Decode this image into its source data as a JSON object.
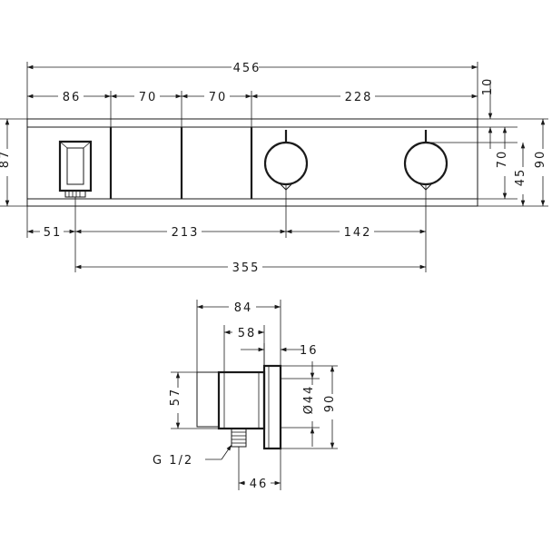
{
  "front_view": {
    "overall_width": "456",
    "seg_1": "86",
    "seg_2": "70",
    "seg_3": "70",
    "seg_4": "228",
    "height_total": "87",
    "top_offset": "10",
    "panel_height": "70",
    "knob_height": "45",
    "overall_height": "90",
    "bottom_left": "51",
    "bottom_mid": "213",
    "bottom_right": "142",
    "outlet_to_knob": "355"
  },
  "side_view": {
    "depth_total": "84",
    "depth_body": "58",
    "plate_depth": "16",
    "body_height": "57",
    "knob_diameter": "Ø44",
    "plate_height": "90",
    "thread": "G 1/2",
    "thread_offset": "46"
  },
  "colors": {
    "line": "#1a1a1a",
    "background": "#ffffff"
  }
}
